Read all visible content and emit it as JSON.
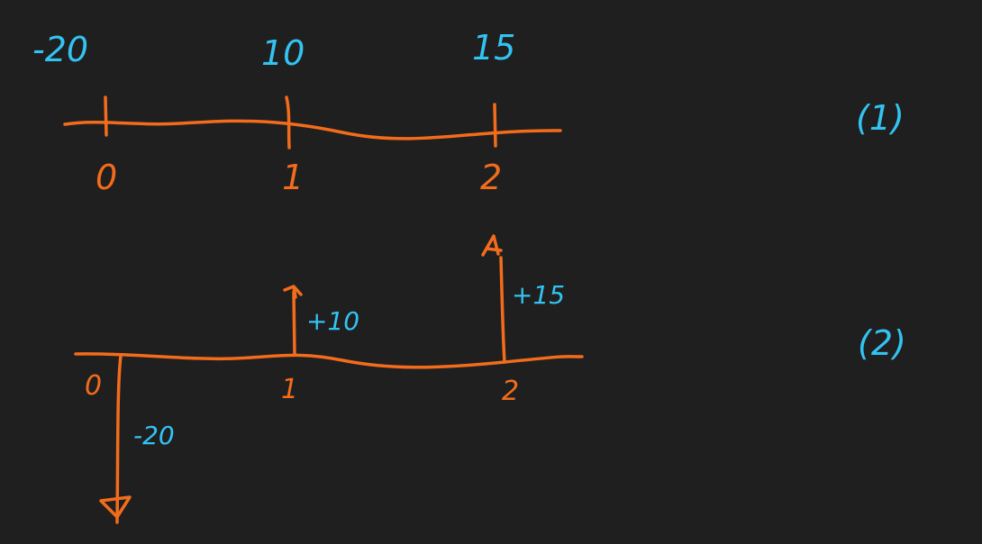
{
  "diagram1": {
    "label": "(1)",
    "values": [
      "-20",
      "10",
      "15"
    ],
    "times": [
      "0",
      "1",
      "2"
    ]
  },
  "diagram2": {
    "label": "(2)",
    "times": [
      "0",
      "1",
      "2"
    ],
    "flows": [
      "+10",
      "+15",
      "-20"
    ]
  },
  "colors": {
    "ink_orange": "#f36c1c",
    "ink_blue": "#33c3f2",
    "background": "#1f1f1f"
  }
}
